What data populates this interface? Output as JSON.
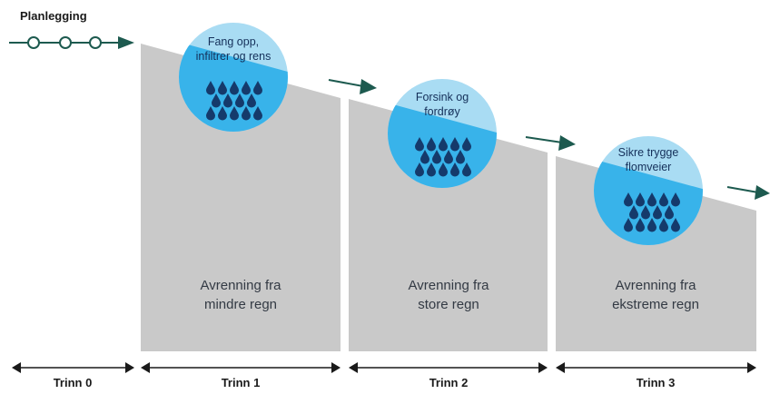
{
  "planning": {
    "label": "Planlegging"
  },
  "stages": [
    {
      "circle_text": [
        "Fang opp,",
        "infiltrer og rens"
      ],
      "area_text": [
        "Avrenning fra",
        "mindre regn"
      ],
      "step_label": "Trinn 1"
    },
    {
      "circle_text": [
        "Forsink og",
        "fordrøy"
      ],
      "area_text": [
        "Avrenning fra",
        "store regn"
      ],
      "step_label": "Trinn 2"
    },
    {
      "circle_text": [
        "Sikre trygge",
        "flomveier"
      ],
      "area_text": [
        "Avrenning fra",
        "ekstreme regn"
      ],
      "step_label": "Trinn 3"
    }
  ],
  "step0": {
    "label": "Trinn 0"
  },
  "colors": {
    "arrow": "#1d5a4f",
    "area": "#c9c9c9",
    "circle_light": "#a9dcf3",
    "circle_dark": "#38b3ea",
    "drops": "#153a6b",
    "axis": "#1a1a1a"
  },
  "icons": [
    "rain-drops-icon",
    "arrow-right-icon",
    "double-arrow-icon"
  ]
}
